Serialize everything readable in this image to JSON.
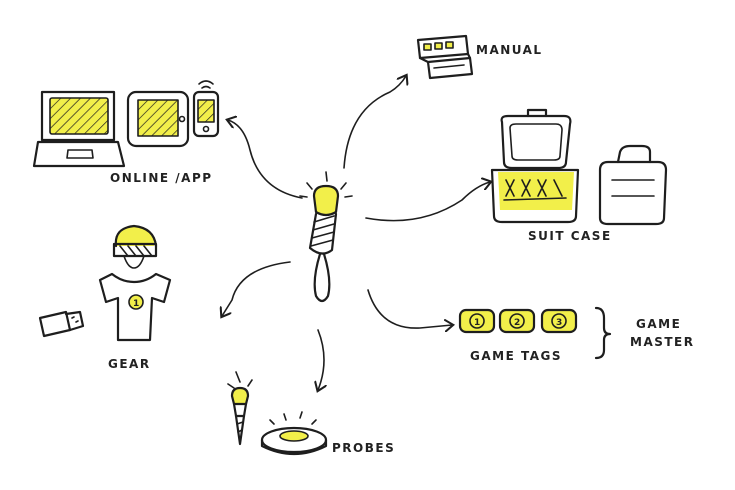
{
  "labels": {
    "online_app": "ONLINE /APP",
    "manual": "MANUAL",
    "suitcase": "SUIT CASE",
    "gear": "GEAR",
    "game_tags": "GAME TAGS",
    "game_master_line1": "GAME",
    "game_master_line2": "MASTER",
    "probes": "PROBES"
  },
  "tag_numbers": [
    "1",
    "2",
    "3"
  ],
  "shirt_number": "1",
  "colors": {
    "highlight": "#f2ef4a",
    "ink": "#1e1e1e",
    "background": "#ffffff"
  }
}
